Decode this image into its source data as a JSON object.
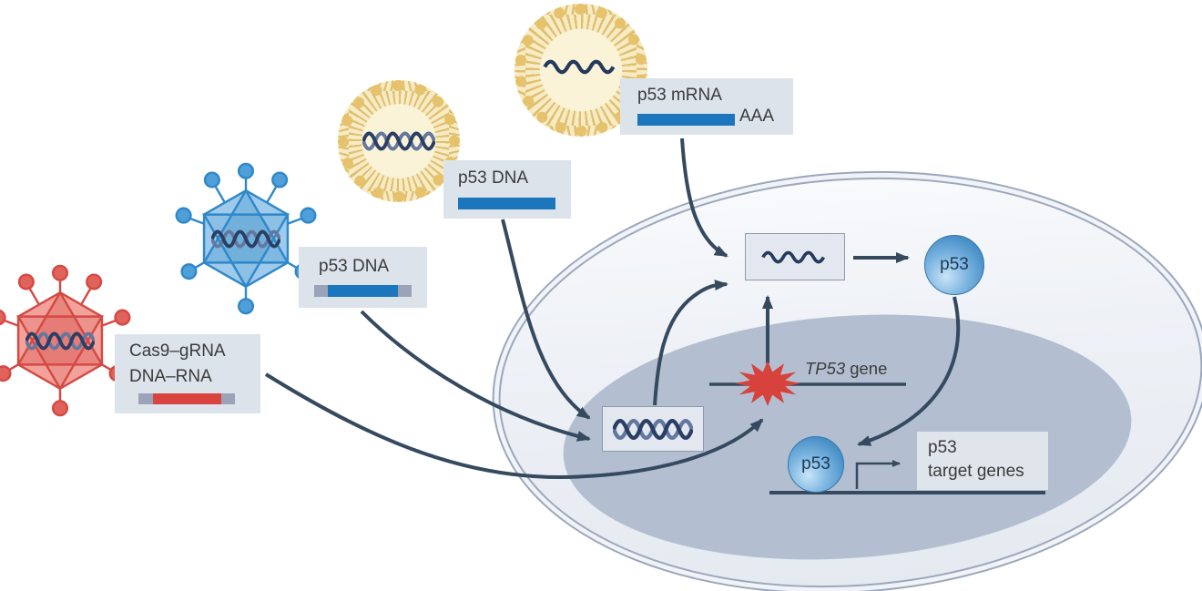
{
  "labels": {
    "mrna": {
      "title": "p53 mRNA",
      "tail": "AAA"
    },
    "lnp_dna": {
      "title": "p53 DNA"
    },
    "adeno_dna": {
      "title": "p53 DNA"
    },
    "cas9": {
      "line1": "Cas9–gRNA",
      "line2": "DNA–RNA"
    },
    "tp53": {
      "gene_symbol": "TP53",
      "suffix": "gene"
    },
    "p53_cytoplasm": "p53",
    "p53_nucleus": "p53",
    "target": {
      "line1": "p53",
      "line2": "target genes"
    }
  },
  "colors": {
    "arrow_navy": "#35495f",
    "helix_navy": "#2b3e63",
    "label_box_gray": "#dde3eb",
    "bar_blue": "#1b76bd",
    "bar_gray": "#9ba3b8",
    "bar_red": "#d8453f",
    "starburst_red": "#d8423c",
    "liposome_gold": "#e5c26b",
    "virus_blue": "#2f88c9",
    "virus_red": "#d34a43",
    "cell_fill": "#eef1f6",
    "membrane_line": "#9aa7bc",
    "nucleus_fill": "#b3bfd0",
    "p53_sphere_blue": "#4b92c9",
    "text_dark": "#3b3b3b"
  }
}
